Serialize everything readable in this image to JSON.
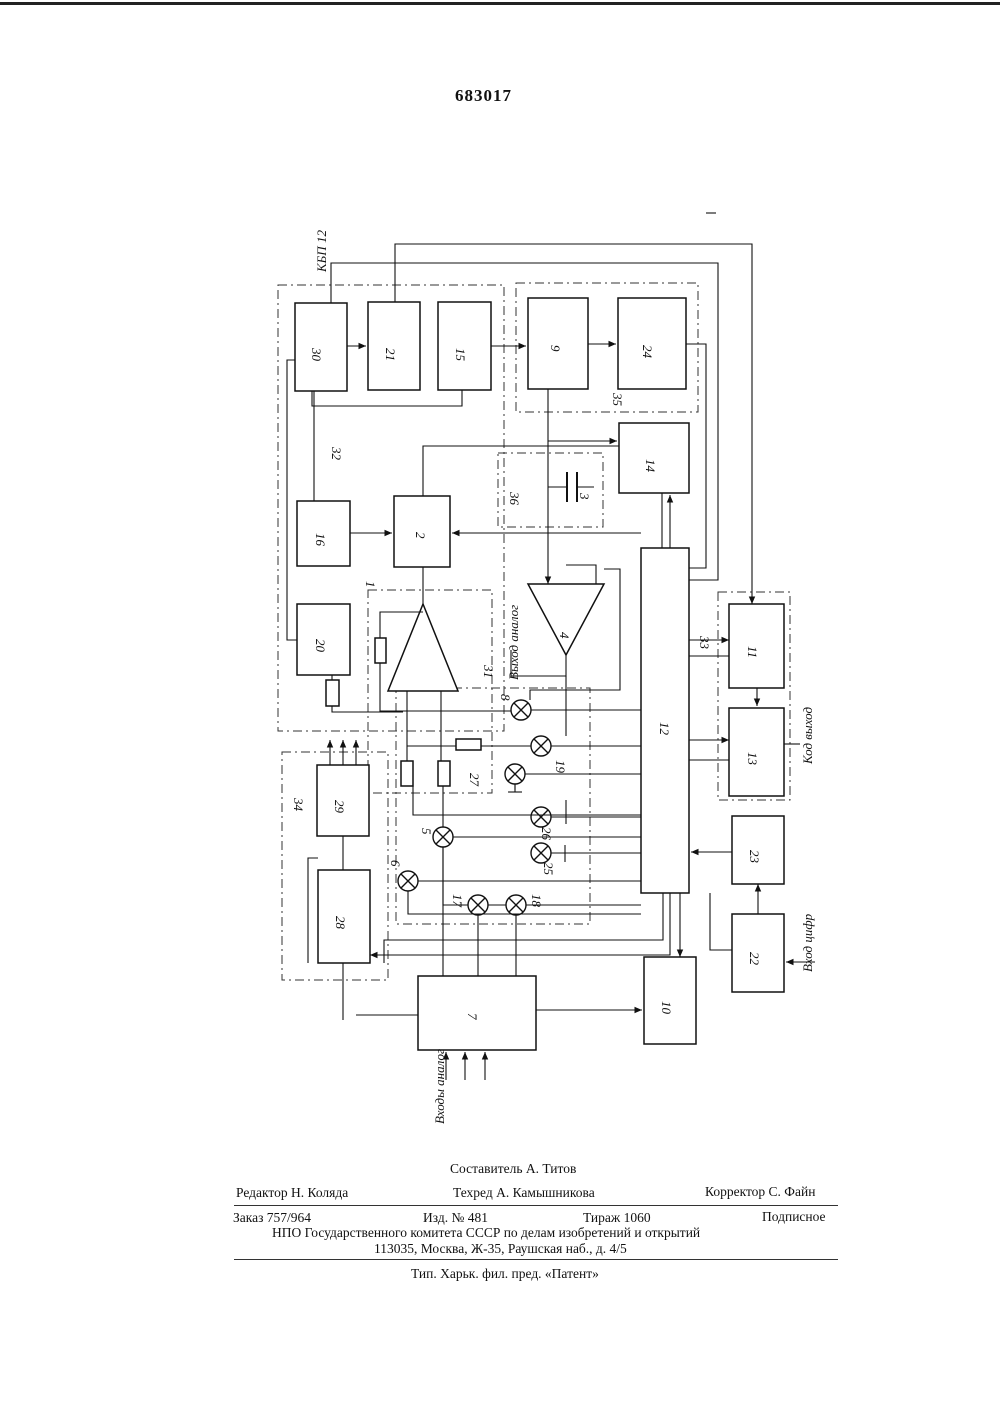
{
  "patent_number": "683017",
  "diagram": {
    "blocks": [
      "1",
      "2",
      "3",
      "4",
      "7",
      "9",
      "10",
      "11",
      "12",
      "13",
      "14",
      "15",
      "16",
      "20",
      "21",
      "22",
      "23",
      "24",
      "28",
      "29",
      "30"
    ],
    "groups": [
      "31",
      "32",
      "33",
      "34",
      "35",
      "36"
    ],
    "multipliers": [
      "5",
      "6",
      "8",
      "17",
      "18",
      "19",
      "25",
      "26",
      "27"
    ],
    "notes": {
      "kbp12": "КБП 12",
      "output_analog": "Выход аналог",
      "output_code": "Код выход",
      "input_digital": "Вход цифр",
      "inputs_analog": "Входы аналог"
    }
  },
  "imprint": {
    "compiler": "Составитель А. Титов",
    "editor": "Редактор Н. Коляда",
    "techred": "Техред А. Камышникова",
    "corrector": "Корректор С. Файн",
    "order": "Заказ 757/964",
    "edition": "Изд. № 481",
    "circulation": "Тираж 1060",
    "subscription": "Подписное",
    "npo": "НПО Государственного комитета СССР по делам изобретений и открытий",
    "address": "113035, Москва, Ж-35, Раушская наб., д. 4/5",
    "printer": "Тип. Харьк. фил. пред. «Патент»"
  }
}
